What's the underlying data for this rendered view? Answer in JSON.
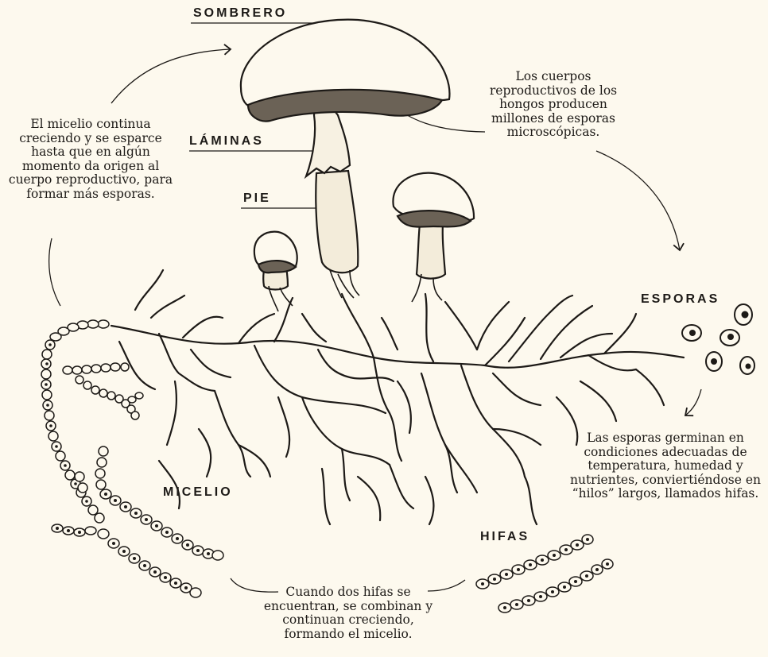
{
  "labels": {
    "sombrero": "SOMBRERO",
    "laminas": "LÁMINAS",
    "pie": "PIE",
    "esporas": "ESPORAS",
    "micelio": "MICELIO",
    "hifas": "HIFAS"
  },
  "descriptions": {
    "cuerpos": "Los cuerpos reproductivos de los hongos producen millones de esporas microscópicas.",
    "micelio_crece": "El micelio continua creciendo y se esparce hasta que en algún momento da origen al cuerpo reproductivo, para formar más esporas.",
    "germinan": "Las esporas germinan en condiciones adecuadas de temperatura, humedad y nutrientes, conviertiéndose en “hilos” largos, llamados hifas.",
    "hifas_encuentran": "Cuando dos hifas se encuentran, se combinan y continuan creciendo, formando el micelio."
  },
  "colors": {
    "ink": "#1d1a17",
    "paper": "#fdf9ee",
    "flesh": "#f7f1e2"
  }
}
